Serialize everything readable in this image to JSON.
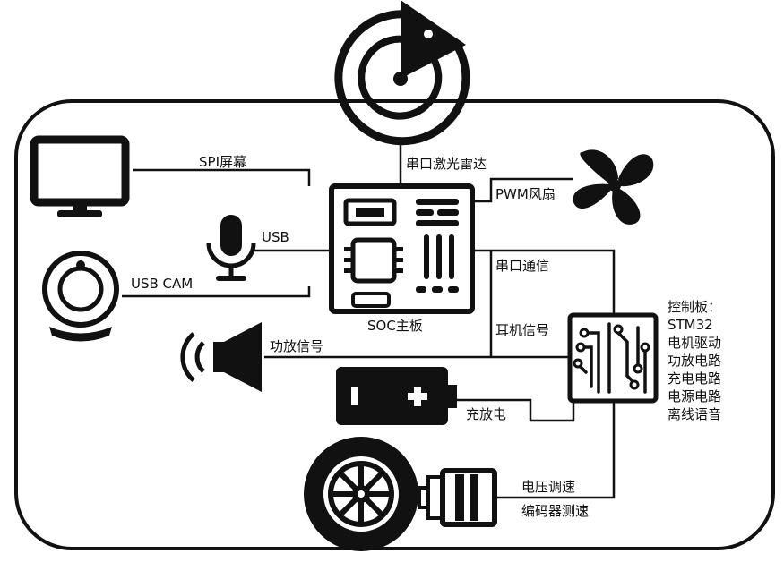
{
  "labels": {
    "spi_screen": "SPI屏幕",
    "usb": "USB",
    "usb_cam": "USB CAM",
    "serial_lidar": "串口激光雷达",
    "pwm_fan": "PWM风扇",
    "soc_board": "SOC主板",
    "serial_comm": "串口通信",
    "earphone_signal": "耳机信号",
    "amp_signal": "功放信号",
    "charge_discharge": "充放电",
    "voltage_speed": "电压调速",
    "encoder_speed": "编码器测速"
  },
  "control_board": {
    "title": "控制板：",
    "lines": [
      "STM32",
      "电机驱动",
      "功放电路",
      "充电电路",
      "电源电路",
      "离线语音"
    ]
  },
  "icons": {
    "monitor": "monitor-icon",
    "webcam": "webcam-icon",
    "microphone": "microphone-icon",
    "lidar": "lidar-radar-icon",
    "fan": "fan-icon",
    "motherboard": "motherboard-icon",
    "speaker": "speaker-icon",
    "battery": "battery-icon",
    "circuit": "circuit-board-icon",
    "wheel": "wheel-icon",
    "motor": "motor-icon"
  },
  "colors": {
    "stroke": "#111111",
    "background": "#ffffff"
  }
}
